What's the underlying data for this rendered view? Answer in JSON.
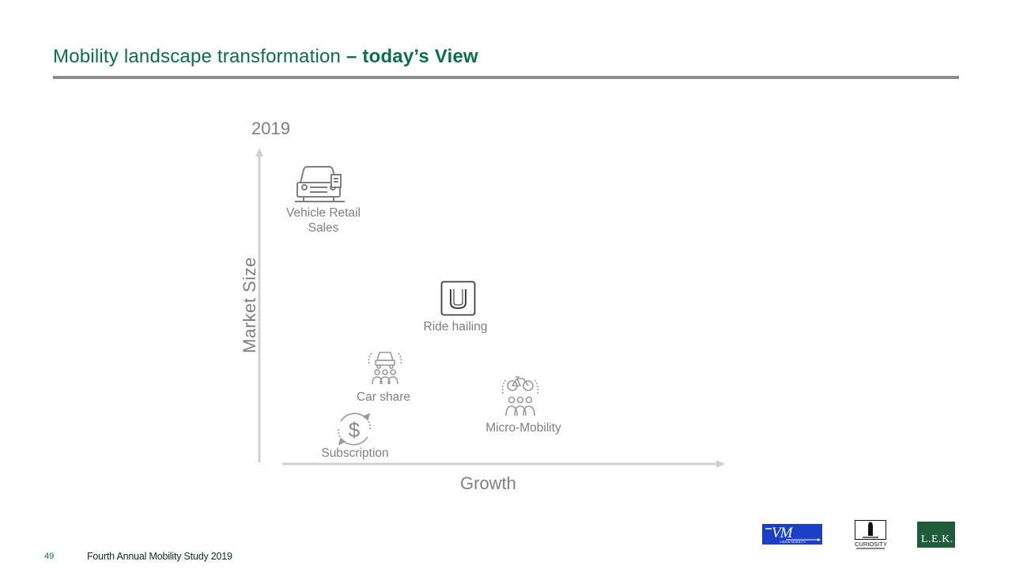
{
  "slide": {
    "title_main": "Mobility landscape transformation ",
    "title_bold": "– today’s View",
    "year": "2019",
    "y_axis_label": "Market  Size",
    "x_axis_label": "Growth",
    "items": [
      {
        "label_line1": "Vehicle Retail",
        "label_line2": "Sales",
        "icon": "car-dealership-icon"
      },
      {
        "label_line1": "Ride hailing",
        "label_line2": "",
        "icon": "uber-app-icon"
      },
      {
        "label_line1": "Car share",
        "label_line2": "",
        "icon": "car-share-people-icon"
      },
      {
        "label_line1": "Micro-Mobility",
        "label_line2": "",
        "icon": "bike-people-icon"
      },
      {
        "label_line1": "Subscription",
        "label_line2": "",
        "icon": "dollar-cycle-icon"
      }
    ]
  },
  "footer": {
    "page_number": "49",
    "study_title": "Fourth Annual Mobility Study 2019"
  },
  "logos": {
    "vm_text": "VM",
    "vm_tagline": "VISION MOBILITY",
    "curiosity_text": "CURIOSITY",
    "lek_text": "L.E.K."
  },
  "colors": {
    "title_green": "#0b6e4f",
    "axis_gray": "#d0d0d0",
    "label_gray": "#7f7f7f",
    "rule_gray": "#8c8c8c"
  }
}
